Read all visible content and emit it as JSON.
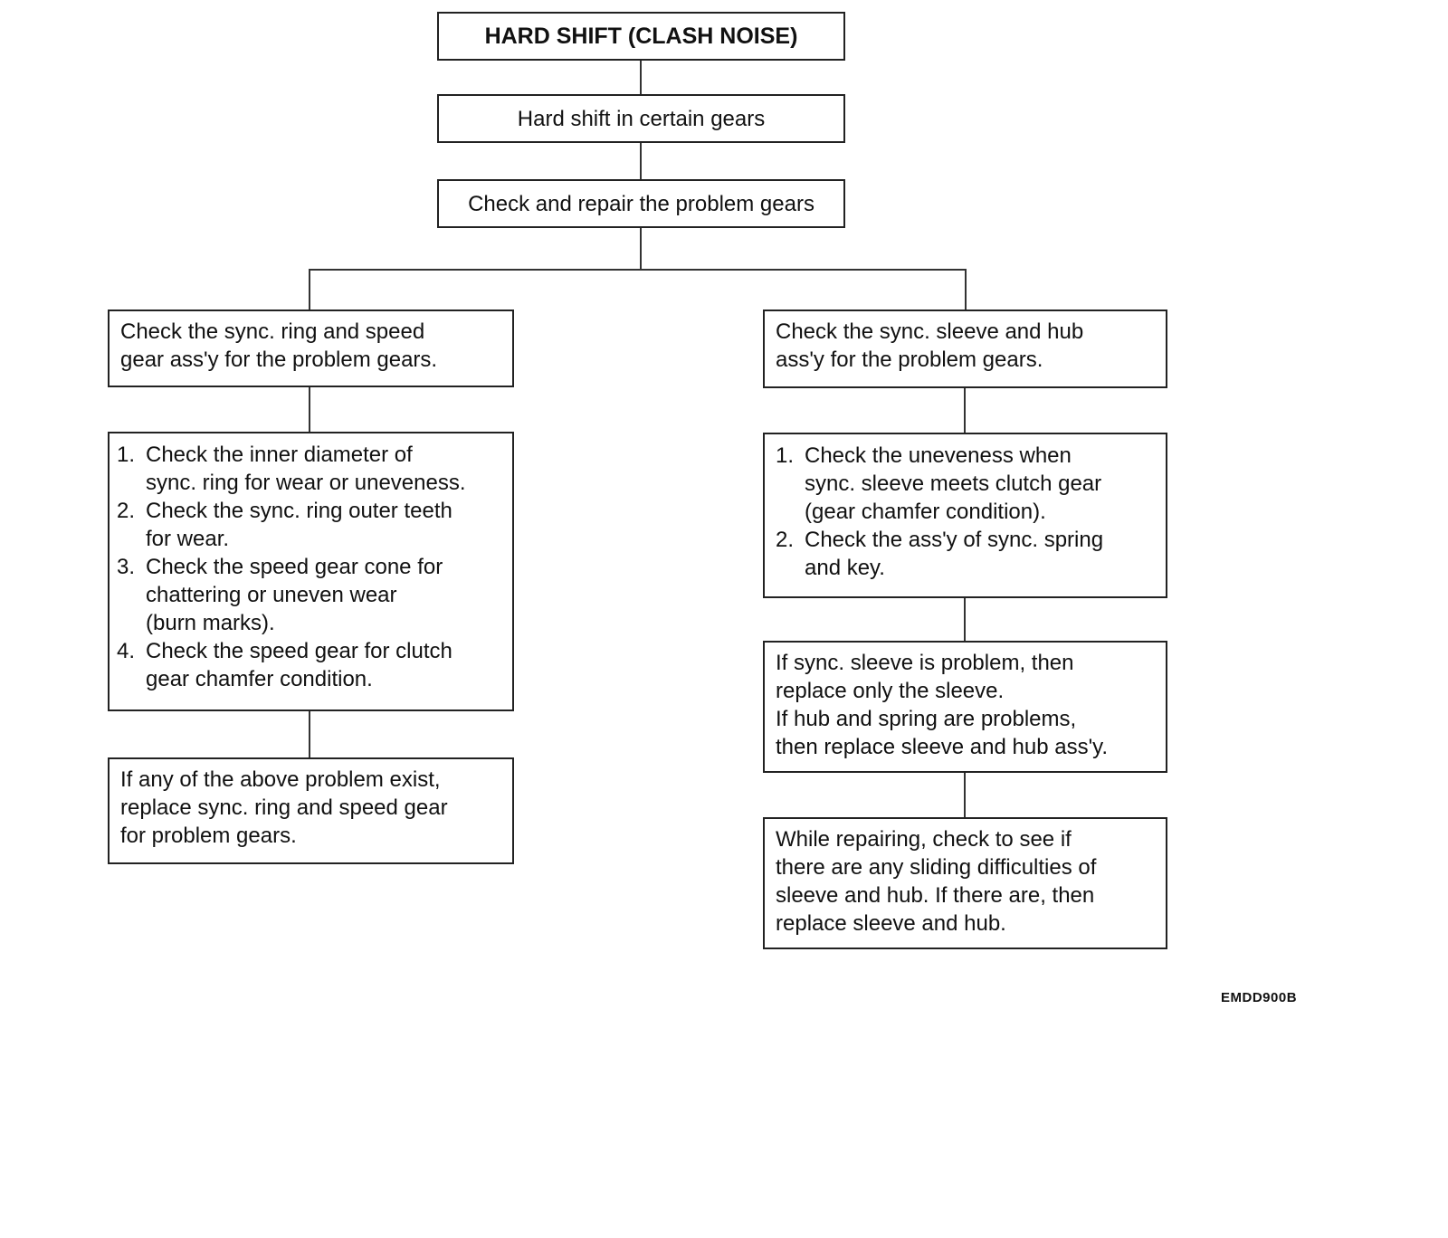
{
  "diagram": {
    "top": {
      "title": "HARD SHIFT (CLASH NOISE)",
      "symptom": "Hard shift in certain gears",
      "action": "Check and repair the problem gears"
    },
    "left_branch": {
      "check": [
        "Check the sync. ring and speed",
        "gear ass'y for the problem gears."
      ],
      "steps": [
        {
          "num": "1.",
          "lines": [
            "Check the inner diameter of",
            "sync. ring for wear or uneveness."
          ]
        },
        {
          "num": "2.",
          "lines": [
            "Check the sync. ring outer teeth",
            "for wear."
          ]
        },
        {
          "num": "3.",
          "lines": [
            "Check the speed gear cone for",
            "chattering or uneven wear",
            "(burn marks)."
          ]
        },
        {
          "num": "4.",
          "lines": [
            "Check the speed gear for clutch",
            "gear chamfer condition."
          ]
        }
      ],
      "remedy": [
        "If any of the above problem exist,",
        "replace sync. ring and speed gear",
        "for problem gears."
      ]
    },
    "right_branch": {
      "check": [
        "Check the sync. sleeve and hub",
        "ass'y for the problem gears."
      ],
      "steps": [
        {
          "num": "1.",
          "lines": [
            "Check the uneveness when",
            "sync. sleeve meets clutch gear",
            "(gear chamfer condition)."
          ]
        },
        {
          "num": "2.",
          "lines": [
            "Check the ass'y of sync.  spring",
            "and key."
          ]
        }
      ],
      "remedy": [
        "If sync. sleeve is problem, then",
        "replace only the sleeve.",
        "If hub and spring are problems,",
        "then replace sleeve and hub ass'y."
      ],
      "final": [
        "While repairing, check to see if",
        "there are any sliding difficulties of",
        "sleeve and hub. If there are, then",
        "replace sleeve and hub."
      ]
    },
    "figure_code": "EMDD900B"
  }
}
